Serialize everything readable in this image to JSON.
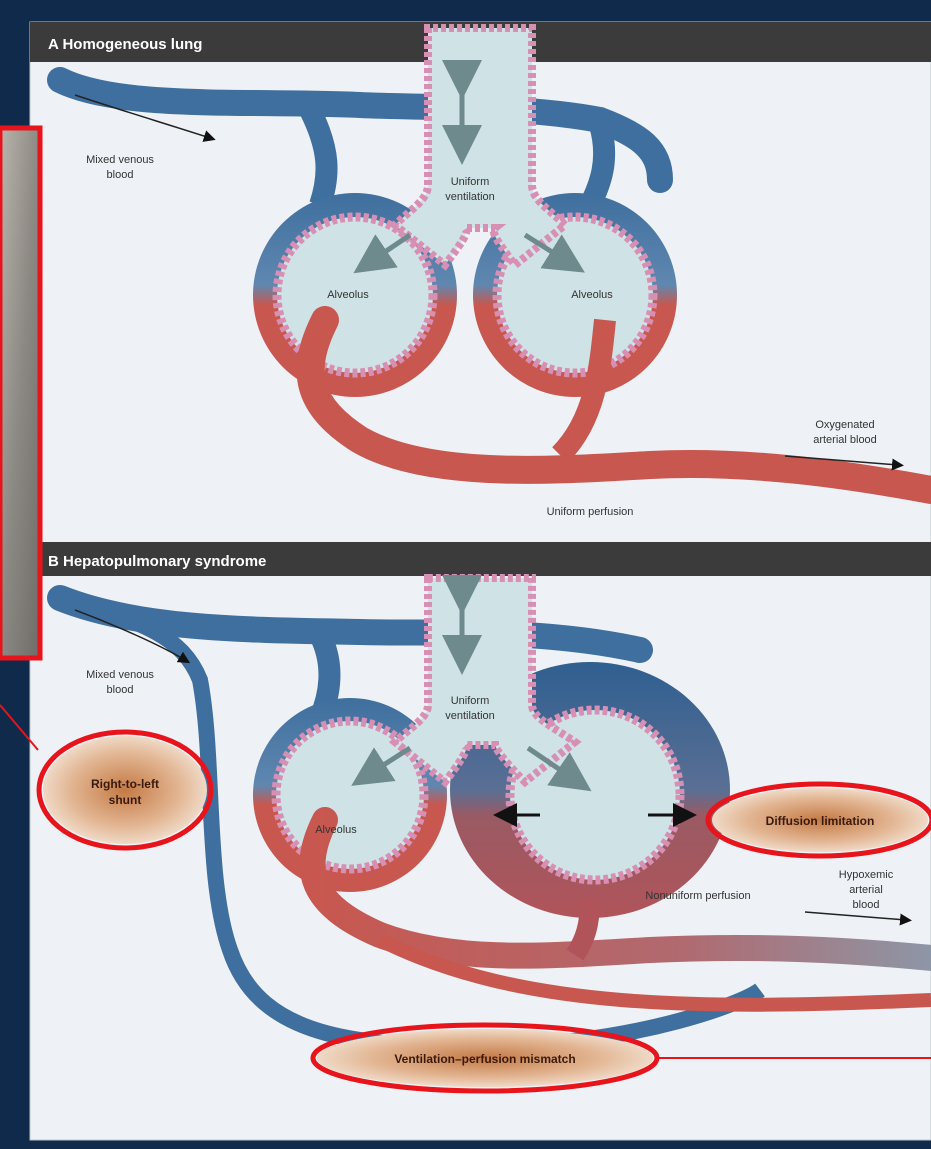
{
  "panel_a": {
    "header": "A Homogeneous lung",
    "labels": {
      "mixed_venous_1": "Mixed venous",
      "mixed_venous_2": "blood",
      "ventilation_1": "Uniform",
      "ventilation_2": "ventilation",
      "alveolus_left": "Alveolus",
      "alveolus_right": "Alveolus",
      "oxygenated_1": "Oxygenated",
      "oxygenated_2": "arterial blood",
      "perfusion": "Uniform perfusion"
    }
  },
  "panel_b": {
    "header": "B Hepatopulmonary syndrome",
    "labels": {
      "mixed_venous_1": "Mixed venous",
      "mixed_venous_2": "blood",
      "ventilation_1": "Uniform",
      "ventilation_2": "ventilation",
      "alveolus_left": "Alveolus",
      "perfusion": "Nonuniform perfusion",
      "hypoxemic_1": "Hypoxemic",
      "hypoxemic_2": "arterial",
      "hypoxemic_3": "blood"
    },
    "callouts": {
      "shunt_1": "Right-to-left",
      "shunt_2": "shunt",
      "diffusion": "Diffusion limitation",
      "mismatch": "Ventilation–perfusion mismatch"
    }
  },
  "colors": {
    "background": "#0f2a4a",
    "panel": "#eef1f5",
    "header": "#3b3b3b",
    "vein": "#3f6f9e",
    "artery": "#c8574f",
    "alveolus": "#cfe3e6",
    "highlight": "#e8141b"
  }
}
